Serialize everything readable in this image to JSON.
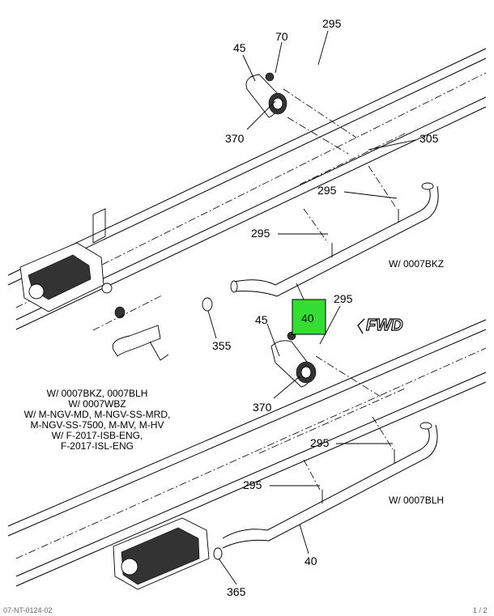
{
  "callouts": {
    "c295_top": "295",
    "c70": "70",
    "c45_top": "45",
    "c370_top": "370",
    "c305": "305",
    "c295_a": "295",
    "c295_b": "295",
    "c40_highlight": "40",
    "c295_c": "295",
    "c355": "355",
    "c45_mid": "45",
    "c370_mid": "370",
    "c295_d": "295",
    "c295_e": "295",
    "c40_bottom": "40",
    "c365": "365"
  },
  "labels": {
    "variant_top": "W/ 0007BKZ",
    "variant_bottom": "W/ 0007BLH",
    "fwd": "FWD"
  },
  "notes": [
    "W/ 0007BKZ, 0007BLH",
    "W/ 0007WBZ",
    "W/ M-NGV-MD, M-NGV-SS-MRD,",
    "M-NGV-SS-7500, M-MV, M-HV",
    "W/ F-2017-ISB-ENG,",
    "F-2017-ISL-ENG"
  ],
  "footer": {
    "left": "07-NT-0124-02",
    "right": "1 / 2"
  },
  "colors": {
    "highlight": "#33dd33"
  }
}
